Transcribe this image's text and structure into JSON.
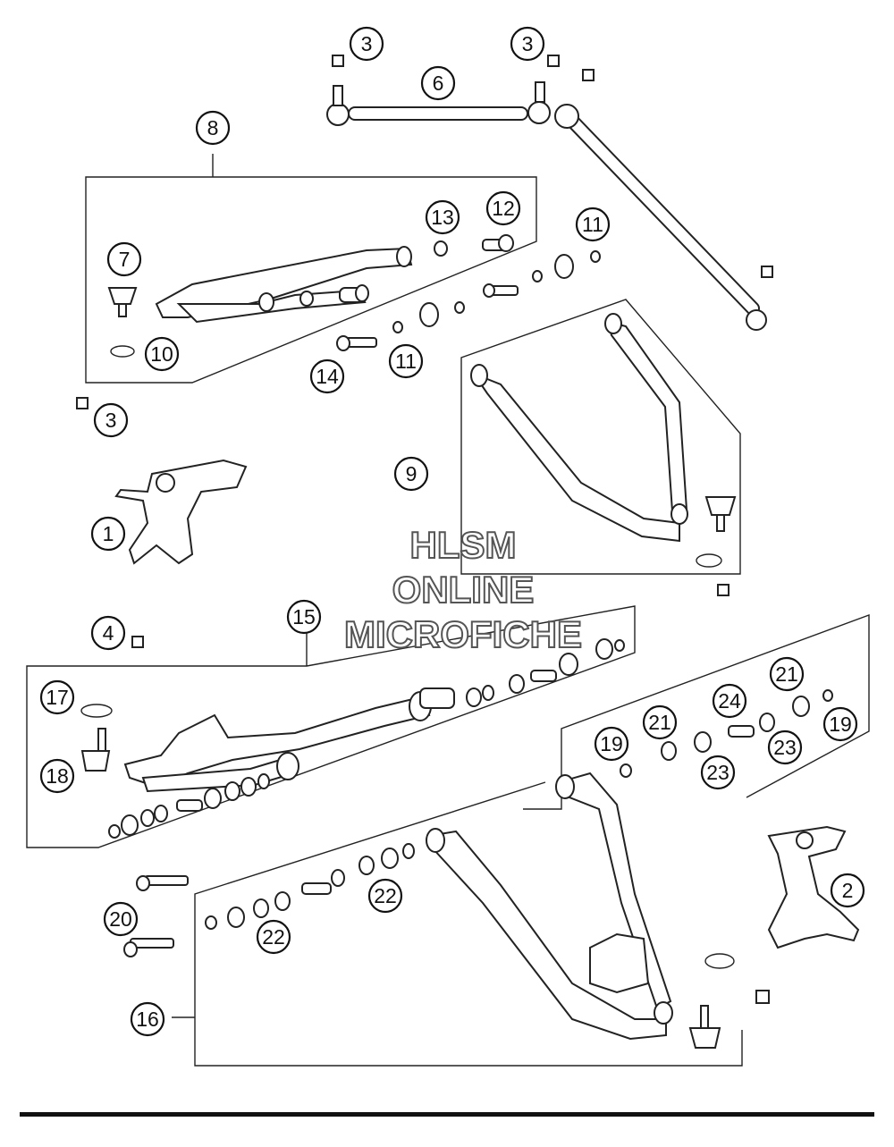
{
  "watermark": {
    "line1": "HLSM",
    "line2": "ONLINE",
    "line3": "MICROFICHE"
  },
  "callouts": [
    "1",
    "2",
    "3",
    "3",
    "3",
    "4",
    "6",
    "7",
    "8",
    "9",
    "10",
    "11",
    "11",
    "12",
    "13",
    "14",
    "15",
    "16",
    "17",
    "18",
    "19",
    "19",
    "20",
    "21",
    "21",
    "22",
    "22",
    "23",
    "23",
    "24"
  ]
}
